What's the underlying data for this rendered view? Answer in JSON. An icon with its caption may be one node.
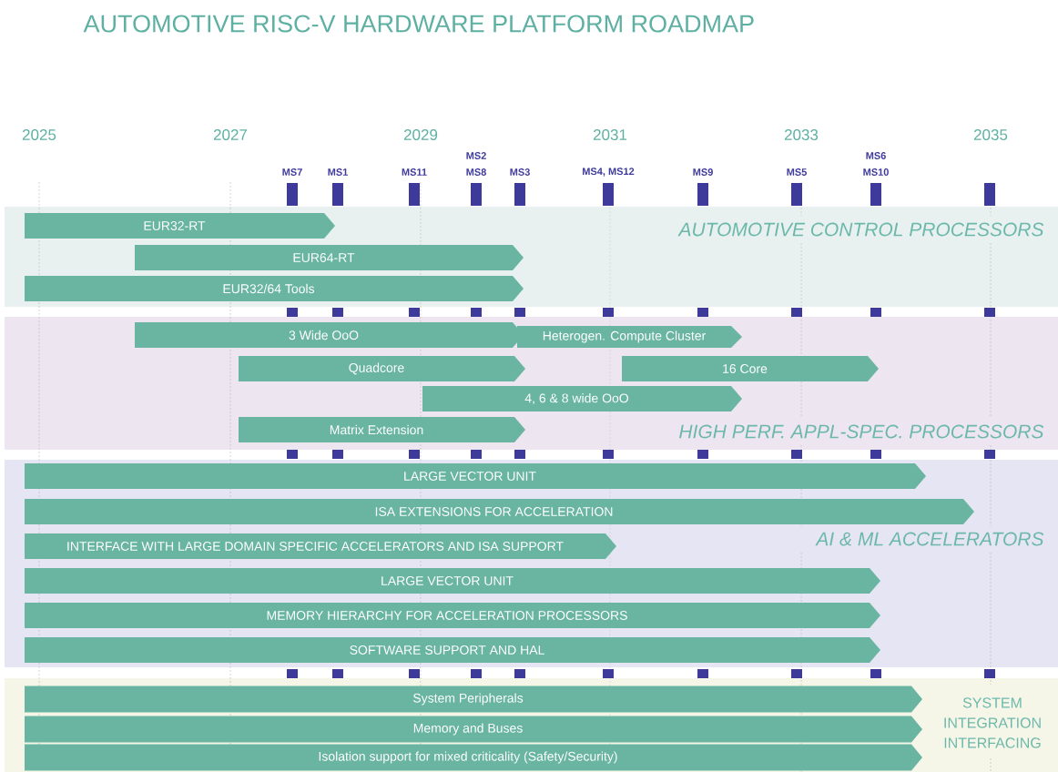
{
  "diagram": {
    "title": "AUTOMOTIVE RISC-V HARDWARE PLATFORM ROADMAP",
    "nodes": [
      {
        "text": [
          "AUTOMOTIVE CONTROL PROCESSORS"
        ]
      },
      {
        "text": [
          "EUR32-RT"
        ],
        "in": 0
      },
      {
        "text": [
          "EUR64-RT"
        ],
        "in": 0
      },
      {
        "text": [
          "EUR32/64 Tools"
        ],
        "in": 0
      },
      {
        "text": [
          "HIGH PERF. APPL-SPEC. PROCESSORS"
        ]
      },
      {
        "text": [
          "3 Wide OoO"
        ],
        "in": 4
      },
      {
        "text": [
          "Heterogen. Compute Cluster"
        ],
        "in": 4
      },
      {
        "text": [
          "Quadcore"
        ],
        "in": 4
      },
      {
        "text": [
          "16 Core"
        ],
        "in": 4
      },
      {
        "text": [
          "4, 6 & 8 wide OoO"
        ],
        "in": 4
      },
      {
        "text": [
          "Matrix Extension"
        ],
        "in": 4
      },
      {
        "text": [
          "AI & ML ACCELERATORS"
        ]
      },
      {
        "text": [
          "LARGE VECTOR UNIT"
        ],
        "in": 11
      },
      {
        "text": [
          "ISA EXTENSIONS FOR ACCELERATION"
        ],
        "in": 11
      },
      {
        "text": [
          "INTERFACE WITH LARGE DOMAIN SPECIFIC ACCELERATORS AND ISA SUPPORT"
        ],
        "in": 11
      },
      {
        "text": [
          "LARGE VECTOR UNIT"
        ],
        "in": 11
      },
      {
        "text": [
          "MEMORY HIERARCHY FOR ACCELERATION PROCESSORS"
        ],
        "in": 11
      },
      {
        "text": [
          "SOFTWARE SUPPORT AND HAL"
        ],
        "in": 11
      },
      {
        "text": [
          "SYSTEM INTEGRATION INTERFACING"
        ]
      },
      {
        "text": [
          "System Peripherals"
        ],
        "in": 18
      },
      {
        "text": [
          "Memory and Buses"
        ],
        "in": 18
      },
      {
        "text": [
          "Isolation support for mixed criticality (Safety/Security)"
        ],
        "in": 18
      }
    ],
    "labels": [
      "2025",
      "2027",
      "2029",
      "2031",
      "2033",
      "2035",
      "MS2",
      "MS6",
      "MS7",
      "MS1",
      "MS11",
      "MS8",
      "MS3",
      "MS4, MS12",
      "MS9",
      "MS5",
      "MS10"
    ]
  }
}
